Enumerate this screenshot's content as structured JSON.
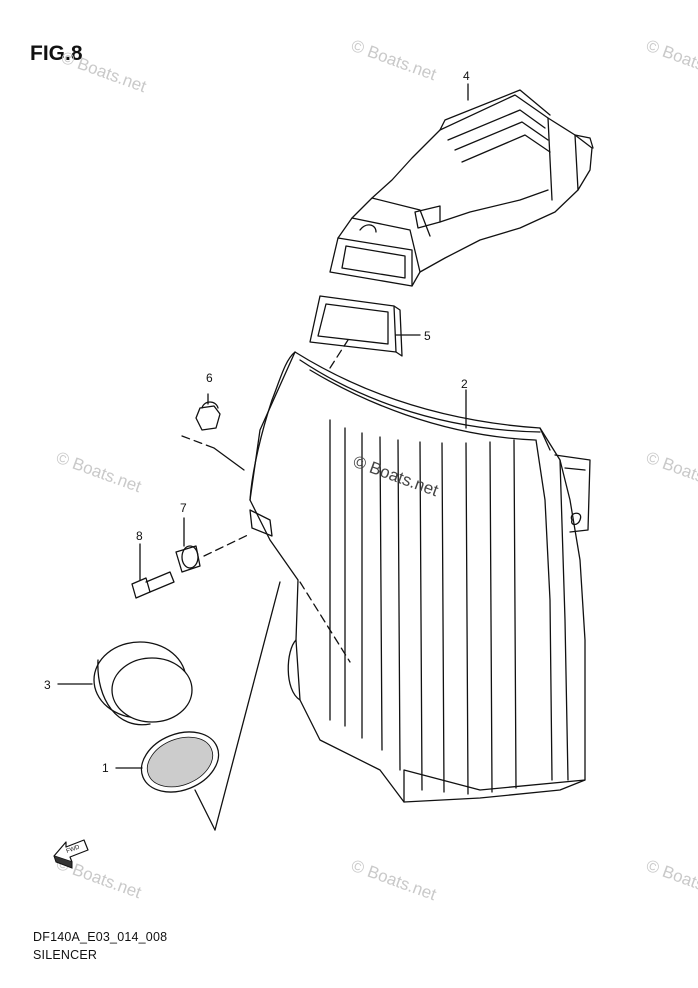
{
  "figure": {
    "title": "FIG.8",
    "diagram_code": "DF140A_E03_014_008",
    "section_name": "SILENCER"
  },
  "callouts": [
    {
      "number": "1"
    },
    {
      "number": "2"
    },
    {
      "number": "3"
    },
    {
      "number": "4"
    },
    {
      "number": "5"
    },
    {
      "number": "6"
    },
    {
      "number": "7"
    },
    {
      "number": "8"
    }
  ],
  "fwd_marker": {
    "label": "FWD"
  },
  "watermark": {
    "text": "© Boats.net"
  }
}
